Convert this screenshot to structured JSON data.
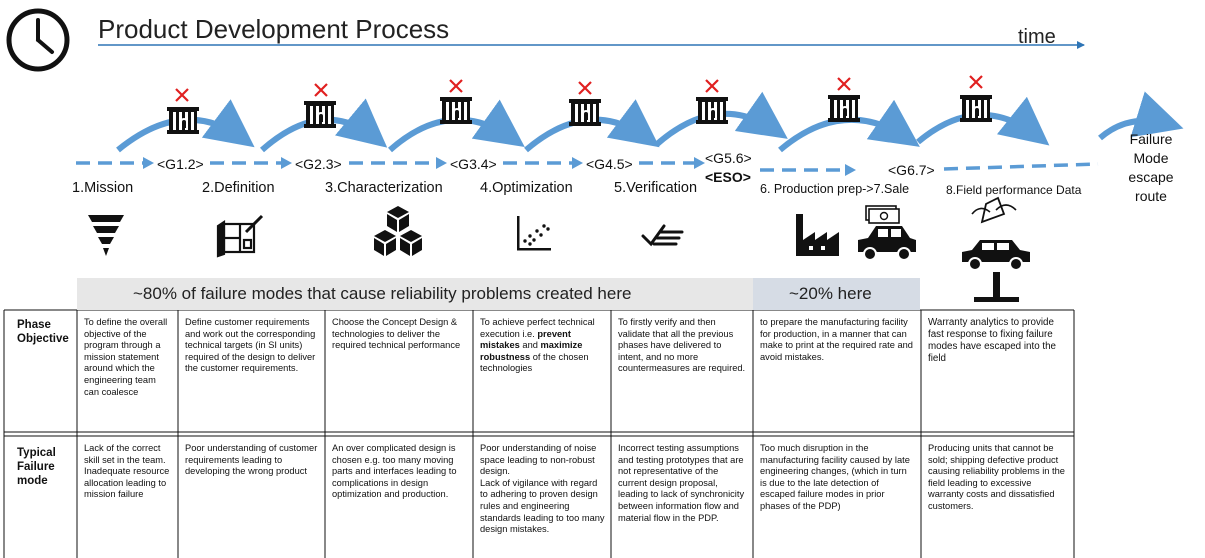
{
  "title": "Product Development Process",
  "time_label": "time",
  "phases": [
    {
      "label": "1.Mission",
      "icon": "funnel-icon"
    },
    {
      "label": "2.Definition",
      "icon": "blueprint-icon"
    },
    {
      "label": "3.Characterization",
      "icon": "cubes-icon"
    },
    {
      "label": "4.Optimization",
      "icon": "scatter-plot-icon"
    },
    {
      "label": "5.Verification",
      "icon": "checklist-icon"
    },
    {
      "label": "6. Production prep->7.Sale",
      "icon": "factory-icon"
    },
    {
      "label": "8.Field performance Data",
      "icon": "car-lift-icon"
    }
  ],
  "gates": [
    {
      "label": "<G1.2>"
    },
    {
      "label": "<G2.3>"
    },
    {
      "label": "<G3.4>"
    },
    {
      "label": "<G4.5>"
    },
    {
      "label": "<G5.6>",
      "sublabel": "<ESO>"
    },
    {
      "label": "<G6.7>"
    }
  ],
  "escape_route": {
    "line1": "Failure",
    "line2": "Mode",
    "line3": "escape",
    "line4": "route"
  },
  "bands": {
    "created_here": "~80% of failure modes that cause reliability problems created here",
    "here_20": "~20%  here"
  },
  "table": {
    "row1_label_a": "Phase",
    "row1_label_b": "Objective",
    "row2_label_a": "Typical",
    "row2_label_b": "Failure",
    "row2_label_c": "mode",
    "objectives": [
      {
        "text": "To define the overall objective of the program through a mission statement around which the engineering team can coalesce"
      },
      {
        "text": "Define customer requirements and work out the corresponding technical targets (in SI units) required of the design to deliver the customer requirements."
      },
      {
        "text": "Choose the Concept Design & technologies to deliver the required technical performance"
      },
      {
        "pre": "To achieve perfect technical execution i.e. ",
        "b1": "prevent mistakes",
        "mid": " and ",
        "b2": "maximize robustness",
        "post": " of the chosen technologies"
      },
      {
        "text": "To firstly verify and  then validate that all the previous phases have delivered to intent, and no more countermeasures are required."
      },
      {
        "text": "to prepare the manufacturing facility for production, in a manner that can make to print at the required rate and avoid mistakes."
      },
      {
        "text": "Warranty analytics to provide fast response to fixing failure modes have escaped into the field"
      }
    ],
    "failures": [
      {
        "text": "Lack of the correct skill set in the team.\nInadequate resource allocation leading to mission failure"
      },
      {
        "text": "Poor understanding of customer requirements leading to developing the wrong product"
      },
      {
        "text": "An over complicated design is chosen e.g. too many moving parts and interfaces leading to complications in design optimization and production."
      },
      {
        "text": "Poor understanding of noise space leading to non-robust design.\nLack of vigilance with regard to adhering to proven design rules and engineering standards leading to too many design mistakes."
      },
      {
        "text": "Incorrect testing assumptions and testing prototypes that are not representative of the current design proposal, leading to lack of synchronicity between information flow and material flow in the PDP."
      },
      {
        "text": "Too much disruption in the manufacturing facility caused by late engineering changes, (which in turn is due to the late detection of escaped failure modes in prior phases of the PDP)"
      },
      {
        "text": "Producing units that cannot be sold; shipping defective product causing reliability problems in the field leading to excessive warranty costs and dissatisfied customers."
      }
    ]
  },
  "colors": {
    "arrow": "#5b9bd5",
    "arrow_dark": "#2e75b6",
    "red_x": "#e02020",
    "band_gray": "#e7e7e7",
    "band_blue": "#d6dce5"
  }
}
